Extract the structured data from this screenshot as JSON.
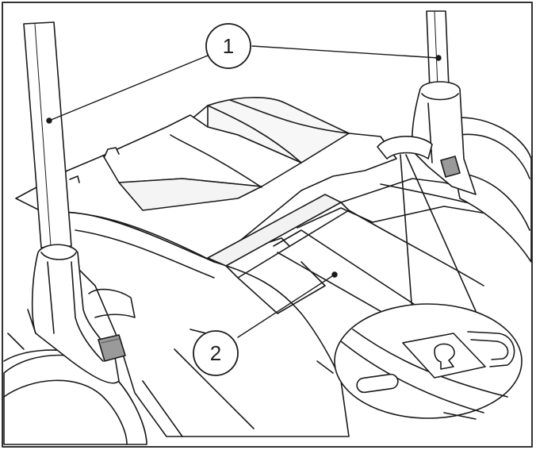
{
  "figure": {
    "callouts": [
      {
        "id": "1",
        "label": "1"
      },
      {
        "id": "2",
        "label": "2"
      }
    ],
    "colors": {
      "line": "#1a1a1a",
      "fill": "#ffffff",
      "shade": "#f2f2f2",
      "latch": "#9a9a9a"
    },
    "icons": [
      "handle-bar-icon",
      "latch-icon",
      "keyhole-plate-icon"
    ]
  }
}
